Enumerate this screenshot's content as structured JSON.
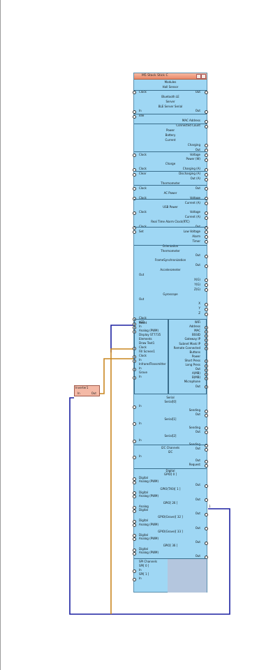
{
  "colors": {
    "component_body": "#9fd7f4",
    "component_title": "#ee9c7d",
    "wire_blue": "#1a1fa0",
    "wire_orange": "#c9861f",
    "inverter_body": "#f4b9a6",
    "grey_area": "#b4c6de"
  },
  "component": {
    "title": "M5 Stack Stick C",
    "title_icons": [
      "wrench-icon",
      "close-icon"
    ],
    "rows": [
      {
        "c": "Modules"
      },
      {
        "c": "Hall Sensor"
      },
      {
        "l": "Clock",
        "r": "Out",
        "pinL": true,
        "pinR": true
      },
      {
        "c": "Bluetooth LE"
      },
      {
        "c": "Server"
      },
      {
        "c": "BLE Server Serial"
      },
      {
        "l": "In",
        "r": "Out",
        "pinL": true,
        "pinR": true
      },
      {
        "l": "Idle",
        "pinL": true
      },
      {
        "r": "MAC Address",
        "pinR": true
      },
      {
        "r": "Connected Count",
        "pinR": true
      },
      {
        "c": "Power"
      },
      {
        "c": "Battery"
      },
      {
        "c": "Current"
      },
      {
        "r": "Charging",
        "pinR": true
      },
      {
        "r": "Out",
        "pinR": true
      },
      {
        "l": "Clock",
        "r": "Voltage",
        "pinL": true,
        "pinR": true
      },
      {
        "r": "Power (W)",
        "pinR": true
      },
      {
        "c": "Charge"
      },
      {
        "l": "Clock",
        "r": "Charging (A)",
        "pinL": true,
        "pinR": true
      },
      {
        "l": "Clear",
        "r": "Discharging (A)",
        "pinL": true,
        "pinR": true
      },
      {
        "r": "Out (A)",
        "pinR": true
      },
      {
        "c": "Thermometer"
      },
      {
        "l": "Clock",
        "r": "Out",
        "pinL": true,
        "pinR": true
      },
      {
        "c": "AC Power"
      },
      {
        "l": "Clock",
        "r": "Voltage",
        "pinL": true,
        "pinR": true
      },
      {
        "r": "Current (A)",
        "pinR": true
      },
      {
        "c": "USB Power"
      },
      {
        "l": "Clock",
        "r": "Voltage",
        "pinL": true,
        "pinR": true
      },
      {
        "r": "Current (A)",
        "pinR": true
      },
      {
        "c": "Real Time Alarm Clock(RTC)"
      },
      {
        "l": "Clock",
        "r": "Out",
        "pinL": true,
        "pinR": true
      },
      {
        "l": "Set",
        "r": "Low Voltage",
        "pinL": true,
        "pinR": true
      },
      {
        "r": "Alarm",
        "pinR": true
      },
      {
        "r": "Timer",
        "pinR": true
      },
      {
        "c": "Orientation"
      },
      {
        "c": "Thermometer"
      },
      {
        "r": "Out",
        "pinR": true
      },
      {
        "c": "FrameSynchronization"
      },
      {
        "r": "Out",
        "pinR": true
      },
      {
        "c": "Accelerometer"
      },
      {
        "l": "Out"
      },
      {
        "r": "X(G)",
        "pinR": true
      },
      {
        "r": "Y(G)",
        "pinR": true
      },
      {
        "r": "Z(G)",
        "pinR": true
      },
      {
        "c": "Gyroscope"
      },
      {
        "l": "Out"
      },
      {
        "r": "X",
        "pinR": true
      },
      {
        "r": "Y",
        "pinR": true
      },
      {
        "r": "Z",
        "pinR": true
      },
      {
        "l": "Clock",
        "pinL": true
      },
      {
        "l": "Reset",
        "pinL": true
      }
    ],
    "lower_left": [
      "LED",
      "In",
      "Analog (PWM)",
      "Display ST7735",
      "Elements",
      "Draw Text1",
      "Clock",
      "Fill Screen1",
      "Clock",
      "In",
      "InfraredTransmitter",
      "In",
      "Grove",
      "In"
    ],
    "lower_right": [
      "WiFi",
      "Address",
      "MAC",
      "BSSID",
      "Gateway IP",
      "Subnet Mask IP",
      "Remote Connected",
      "Buttons",
      "Power",
      "Short Press",
      "Long Press",
      "Out",
      "A(MB)",
      "B(MB)",
      "Microphone",
      "Out"
    ],
    "serial": [
      "Serial",
      "Serial[0]",
      "In",
      "Sending",
      "Out",
      "Serial[1]",
      "In",
      "Sending",
      "Out",
      "Serial[2]",
      "In",
      "Sending",
      "Out"
    ],
    "i2c": [
      "I2C Channels",
      "I2C",
      "In",
      "Out",
      "Request"
    ],
    "digital": [
      "Digital",
      "GPIO[ 0 ]",
      "Digital",
      "Analog (PWM)",
      "Out",
      "GPIO(TX0)[ 1 ]",
      "Digital",
      "Analog (PWM)",
      "Out",
      "GPIO[ 26 ]",
      "Analog",
      "Digital",
      "Out",
      "GPIO(Grove)[ 32 ]",
      "Digital",
      "Analog (PWM)",
      "Out",
      "GPIO(Grove)[ 33 ]",
      "Digital",
      "Analog (PWM)",
      "Out",
      "GPIO[ 36 ]",
      "Digital",
      "Analog (PWM)",
      "Out"
    ],
    "spi": [
      "SPI Channels",
      "SPI[ 0 ]",
      "In",
      "SPI[ 1 ]",
      "In"
    ]
  },
  "inverter": {
    "title": "Inverter1",
    "in": "In",
    "out": "Out"
  },
  "wire_label": "1"
}
